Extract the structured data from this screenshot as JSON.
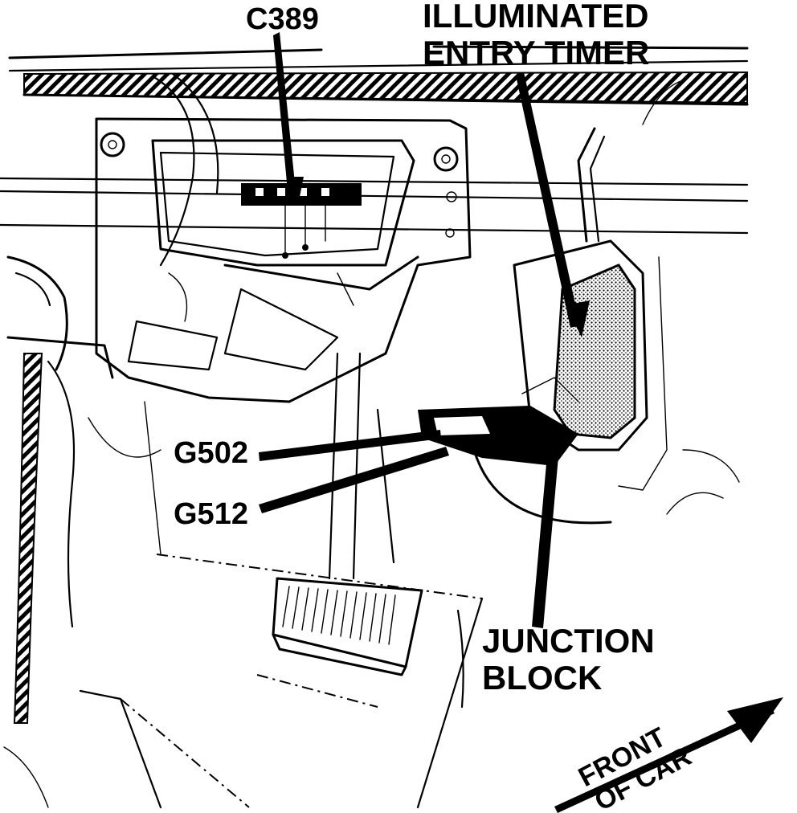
{
  "labels": {
    "c389": "C389",
    "timer_line1": "ILLUMINATED",
    "timer_line2": "ENTRY TIMER",
    "g502": "G502",
    "g512": "G512",
    "junction_line1": "JUNCTION",
    "junction_line2": "BLOCK",
    "front_line1": "FRONT",
    "front_line2": "OF CAR"
  },
  "colors": {
    "ink": "#000000",
    "paper": "#ffffff"
  },
  "icons": {
    "front_arrow": "arrow-icon"
  }
}
